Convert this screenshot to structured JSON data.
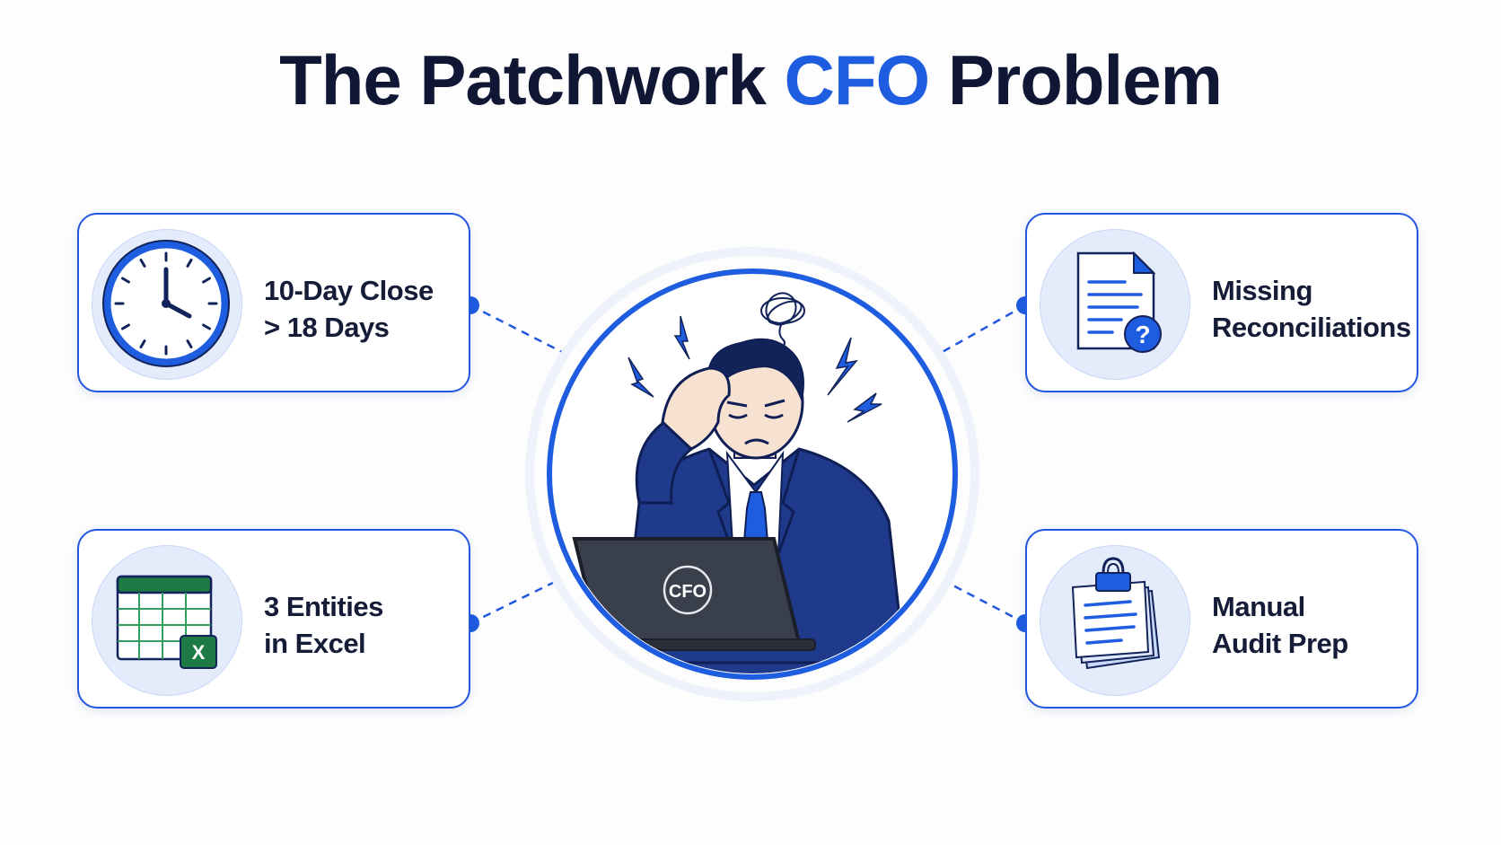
{
  "title": {
    "before": "The Patchwork ",
    "highlight": "CFO",
    "after": " Problem"
  },
  "colors": {
    "accent": "#1e5ce0",
    "title_dark": "#0f1735",
    "card_border": "#2257e0",
    "icon_bg": "#e4ecfc",
    "excel_green": "#1d7a45",
    "suit_navy": "#1f3a8a"
  },
  "problems": [
    {
      "line1": "10-Day Close",
      "line2": "> 18 Days",
      "icon": "clock-icon"
    },
    {
      "line1": "3 Entities",
      "line2": "in Excel",
      "icon": "spreadsheet-icon"
    },
    {
      "line1": "Missing",
      "line2": "Reconciliations",
      "icon": "document-question-icon"
    },
    {
      "line1": "Manual",
      "line2": "Audit Prep",
      "icon": "clipped-papers-icon"
    }
  ],
  "center": {
    "laptop_label": "CFO",
    "icon": "stressed-cfo-illustration"
  }
}
